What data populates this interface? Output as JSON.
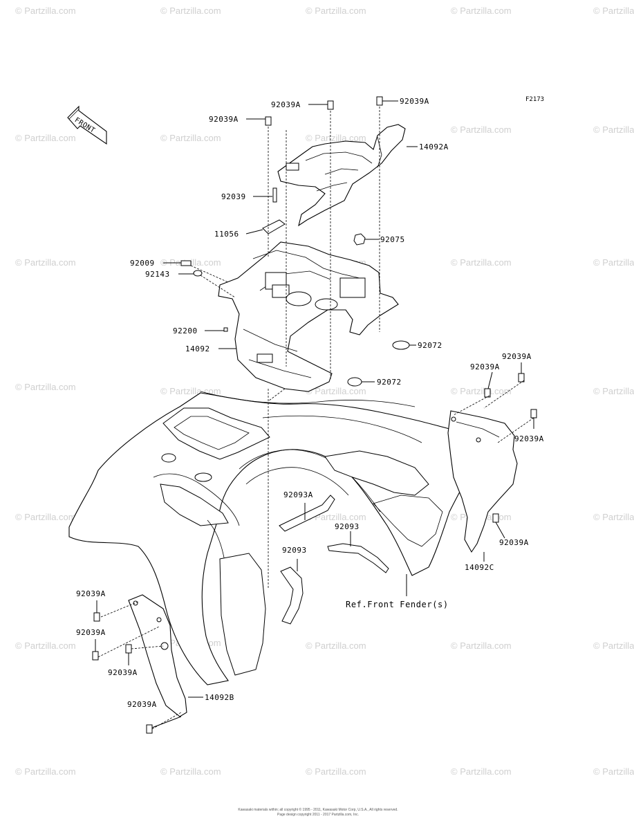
{
  "diagram": {
    "figure_code": "F2173",
    "front_arrow_label": "FRONT",
    "ref_note": "Ref.Front Fender(s)",
    "copyright_line1": "Kawasaki materials within; all copyright © 1995 - 2011, Kawasaki Motor Corp, U.S.A., All rights reserved.",
    "copyright_line2": "Page design copyright 2011 - 2017 Partzilla.com, Inc."
  },
  "watermark": {
    "text": "© Partzilla.com",
    "color": "#cfcfcf"
  },
  "callouts": [
    {
      "id": "c1",
      "text": "92039A"
    },
    {
      "id": "c2",
      "text": "92039A"
    },
    {
      "id": "c3",
      "text": "92039A"
    },
    {
      "id": "c4",
      "text": "14092A"
    },
    {
      "id": "c5",
      "text": "92039"
    },
    {
      "id": "c6",
      "text": "11056"
    },
    {
      "id": "c7",
      "text": "92075"
    },
    {
      "id": "c8",
      "text": "92009"
    },
    {
      "id": "c9",
      "text": "92143"
    },
    {
      "id": "c10",
      "text": "92200"
    },
    {
      "id": "c11",
      "text": "14092"
    },
    {
      "id": "c12",
      "text": "92072"
    },
    {
      "id": "c13",
      "text": "92072"
    },
    {
      "id": "c14",
      "text": "92039A"
    },
    {
      "id": "c15",
      "text": "92039A"
    },
    {
      "id": "c16",
      "text": "92039A"
    },
    {
      "id": "c17",
      "text": "92093A"
    },
    {
      "id": "c18",
      "text": "92093"
    },
    {
      "id": "c19",
      "text": "92093"
    },
    {
      "id": "c20",
      "text": "92039A"
    },
    {
      "id": "c21",
      "text": "14092C"
    },
    {
      "id": "c22",
      "text": "92039A"
    },
    {
      "id": "c23",
      "text": "92039A"
    },
    {
      "id": "c24",
      "text": "92039A"
    },
    {
      "id": "c25",
      "text": "92039A"
    },
    {
      "id": "c26",
      "text": "14092B"
    }
  ]
}
